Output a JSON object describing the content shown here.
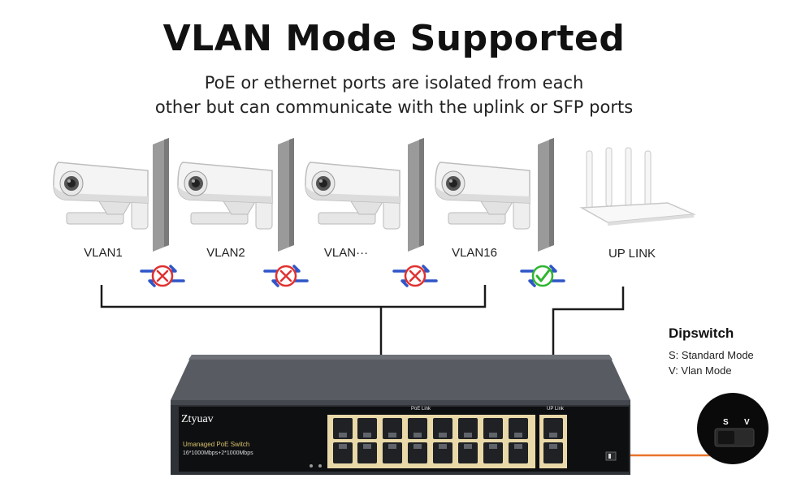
{
  "heading": {
    "title": "VLAN Mode Supported",
    "subtitle_line1": "PoE or ethernet ports are isolated from each",
    "subtitle_line2": "other but can communicate with the uplink or SFP ports"
  },
  "devices": [
    {
      "label": "VLAN1",
      "icon": "camera-icon"
    },
    {
      "label": "VLAN2",
      "icon": "camera-icon"
    },
    {
      "label": "VLAN···",
      "icon": "camera-icon"
    },
    {
      "label": "VLAN16",
      "icon": "camera-icon"
    },
    {
      "label": "UP LINK",
      "icon": "router-icon"
    }
  ],
  "status_icons": [
    "blocked-icon",
    "blocked-icon",
    "blocked-icon",
    "allowed-icon"
  ],
  "switch": {
    "brand": "Ztyuav",
    "model": "Umanaged PoE Switch",
    "spec": "16*1000Mbps+2*1000Mbps",
    "poe_label": "PoE  Link",
    "uplink_label": "UP  Link"
  },
  "dipswitch": {
    "title": "Dipswitch",
    "line_s": "S: Standard Mode",
    "line_v": "V: Vlan Mode",
    "key_s": "S",
    "key_v": "V"
  },
  "colors": {
    "blocked": "#e03030",
    "allowed": "#2fb52f",
    "arrows": "#2f56c8",
    "connector": "#e8732a",
    "switch_body": "#3a3d42"
  }
}
